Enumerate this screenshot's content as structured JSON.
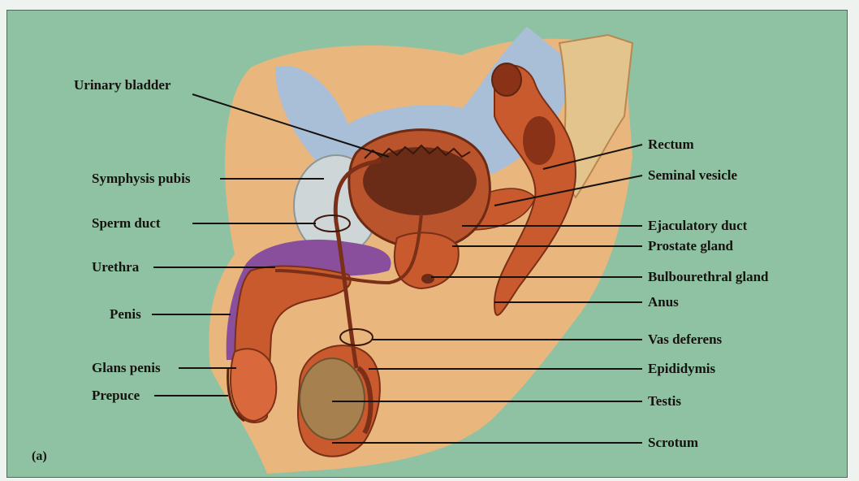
{
  "figure": {
    "panel_letter": "(a)",
    "labels_left": [
      {
        "key": "urinary_bladder",
        "text": "Urinary bladder"
      },
      {
        "key": "symphysis_pubis",
        "text": "Symphysis pubis"
      },
      {
        "key": "sperm_duct",
        "text": "Sperm duct"
      },
      {
        "key": "urethra",
        "text": "Urethra"
      },
      {
        "key": "penis",
        "text": "Penis"
      },
      {
        "key": "glans_penis",
        "text": "Glans penis"
      },
      {
        "key": "prepuce",
        "text": "Prepuce"
      }
    ],
    "labels_right": [
      {
        "key": "rectum",
        "text": "Rectum"
      },
      {
        "key": "seminal_vesicle",
        "text": "Seminal vesicle"
      },
      {
        "key": "ejaculatory_duct",
        "text": "Ejaculatory duct"
      },
      {
        "key": "prostate_gland",
        "text": "Prostate gland"
      },
      {
        "key": "bulbourethral_gland",
        "text": "Bulbourethral gland"
      },
      {
        "key": "anus",
        "text": "Anus"
      },
      {
        "key": "vas_deferens",
        "text": "Vas deferens"
      },
      {
        "key": "epididymis",
        "text": "Epididymis"
      },
      {
        "key": "testis",
        "text": "Testis"
      },
      {
        "key": "scrotum",
        "text": "Scrotum"
      }
    ]
  },
  "colors": {
    "background": "#8fc2a3",
    "bladder": "#b9542c",
    "bladder_lumen": "#6b2c17",
    "pubic_bone": "#cfd6d8",
    "peritoneum": "#a9bfd8",
    "tissue": "#e9b77e",
    "muscle": "#c85a2e",
    "erectile": "#8a4f9c",
    "testis": "#a6814f"
  }
}
